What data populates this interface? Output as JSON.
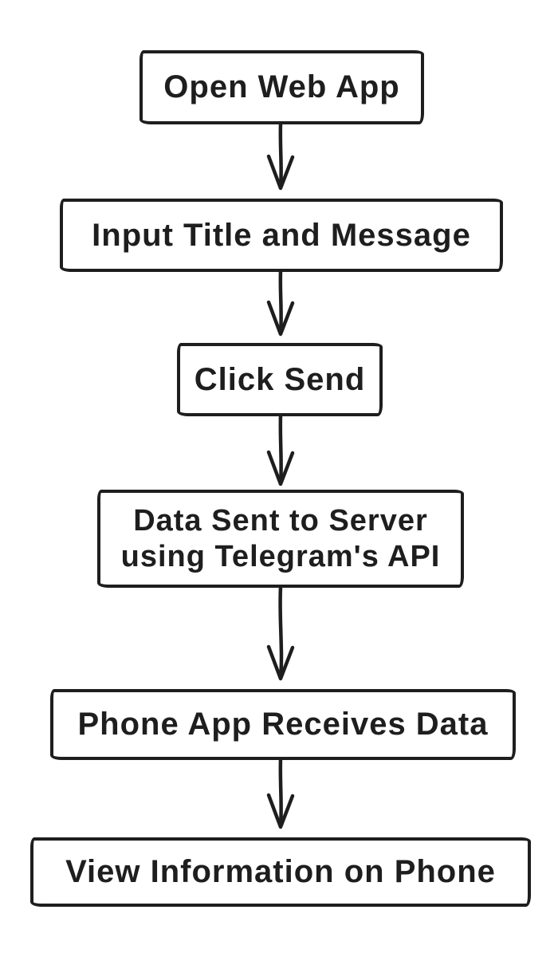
{
  "meta": {
    "background_color": "#ffffff",
    "ink_color": "#1e1e1e",
    "style": "hand-drawn flowchart"
  },
  "flowchart": {
    "nodes": [
      {
        "id": "open-web-app",
        "label": "Open Web App"
      },
      {
        "id": "input-title-and-message",
        "label": "Input Title and Message"
      },
      {
        "id": "click-send",
        "label": "Click Send"
      },
      {
        "id": "data-sent-to-server",
        "label": "Data Sent to Server\nusing Telegram's API"
      },
      {
        "id": "phone-app-receives-data",
        "label": "Phone App Receives Data"
      },
      {
        "id": "view-information-on-phone",
        "label": "View Information on Phone"
      }
    ],
    "edges": [
      {
        "from": "open-web-app",
        "to": "input-title-and-message",
        "icon": "arrow-down-icon"
      },
      {
        "from": "input-title-and-message",
        "to": "click-send",
        "icon": "arrow-down-icon"
      },
      {
        "from": "click-send",
        "to": "data-sent-to-server",
        "icon": "arrow-down-icon"
      },
      {
        "from": "data-sent-to-server",
        "to": "phone-app-receives-data",
        "icon": "arrow-down-icon"
      },
      {
        "from": "phone-app-receives-data",
        "to": "view-information-on-phone",
        "icon": "arrow-down-icon"
      }
    ]
  }
}
